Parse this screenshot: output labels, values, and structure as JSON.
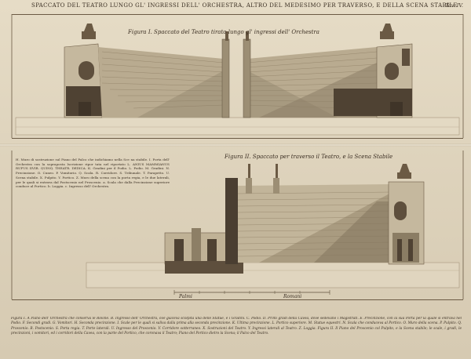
{
  "header": {
    "title": "SPACCATO DEL TEATRO LUNGO GL' INGRESSI DELL' ORCHESTRA, ALTRO DEL MEDESIMO PER TRAVERSO, E DELLA SCENA STABILE",
    "plate_number": "Tav. IV."
  },
  "figures": {
    "fig1_title": "Figura I. Spaccato del Teatro tirato lungo gl' ingressi dell' Orchestra",
    "fig2_title": "Figura II. Spaccato per traverso il Teatro, e la Scena Stabile"
  },
  "legend": {
    "text": "H. Muro di sostruzione sul Piano del Palco che indichiamo nella Sce na stabile. I. Porta dell' Orchestra con la sopraposta Iscrizione ripor tata nel riportato L. ANIUS MAMMIANUS RUFUS IIVIR. QUINQ. THEATR. DEDICA. K. Gradini per il Podio. L. Podio. M. Gradini. N. Precinzione. O. Cuneo. P. Vomitorio. Q. Scala. R. Corridore. S. Tribunale. T. Parapetto. U. Scena stabile. X. Pulpito. Y. Portico. Z. Muro della scena con la porta regia, e le due laterali, per le quali si entrava dal Postscenio nel Proscenio. a. Scala che dalla Precinzione superiore conduce al Portico. b. Loggia. c. Ingresso dell' Orchestra."
  },
  "scale": {
    "left_label": "Palmi",
    "right_label": "Romani"
  },
  "caption": {
    "text": "Figura I. A Piano dell' Orchestra che conserva le Rovine. B. Ingresso dell' Orchestra, ove giaceva scolpita una delle Statue, e i Gradini. C. Podio. D. Primi gradi della Cavea, dove sedevano i Magistrati. E. Precinzione, con la sua Porta per la quale si entrava nel Podio. F. Secondi gradi. G. Vomitori. H. Seconda precinzione. I. Scale per le quali si saliva dalla prima alla seconda precinzione. K. Ultima precinzione. L. Portico superiore. M. Statue equestri. N. Scala che conduceva al Portico. O. Muro della scena. P. Pulpito. Q. Proscenio. R. Postscenio. S. Porta regia. T. Porte laterali. U. Ingresso del Proscenio. V. Corridore sotterraneo. X. Sostruzioni del Teatro. Y. Ingressi laterali al Teatro. Z. Loggia. Figura II. Il Piano del Proscenio col Pulpito, e la Scena stabile; le scale, i gradi, le precinzioni, i vomitori, ed i corridori della Cavea, con la parte del Portico, che coronava il Teatro; Piano del Portico dietro la Scena; il Palco del Teatro."
  }
}
